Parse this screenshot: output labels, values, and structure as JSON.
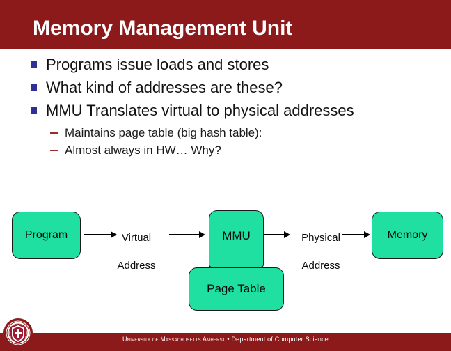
{
  "slide": {
    "title": "Memory Management Unit",
    "banner_color": "#8C1A1A",
    "background_color": "#FFFFFF"
  },
  "body": {
    "bullets": [
      {
        "marker": "square-bullet",
        "text": "Programs issue loads and stores"
      },
      {
        "marker": "square-bullet",
        "text": "What kind of addresses are these?"
      },
      {
        "marker": "square-bullet",
        "text": "MMU Translates virtual to physical addresses"
      }
    ],
    "sub_bullets": [
      {
        "marker": "dash-bullet",
        "text": "Maintains page table (big hash table):"
      },
      {
        "marker": "dash-bullet",
        "text": "Almost always in HW… Why?"
      }
    ],
    "bullet_color": "#2E3192",
    "sub_bullet_color": "#9E2A2A"
  },
  "diagram": {
    "box_fill": "#1FE0A0",
    "boxes": [
      {
        "id": "program",
        "label": "Program"
      },
      {
        "id": "mmu",
        "label": "MMU"
      },
      {
        "id": "page_table",
        "label": "Page Table"
      },
      {
        "id": "memory",
        "label": "Memory"
      }
    ],
    "labels": [
      {
        "id": "virtual_address",
        "line1": "Virtual",
        "line2": "Address"
      },
      {
        "id": "physical_address",
        "line1": "Physical",
        "line2": "Address"
      }
    ],
    "arrows": [
      {
        "from": "program",
        "to": "virtual_address"
      },
      {
        "from": "virtual_address",
        "to": "mmu"
      },
      {
        "from": "mmu",
        "to": "physical_address"
      },
      {
        "from": "physical_address",
        "to": "memory"
      }
    ]
  },
  "footer": {
    "university": "University of Massachusetts Amherst",
    "separator": "•",
    "department": "Department of Computer Science",
    "logo": "umass-seal-logo",
    "bar_color": "#8C1A1A"
  }
}
